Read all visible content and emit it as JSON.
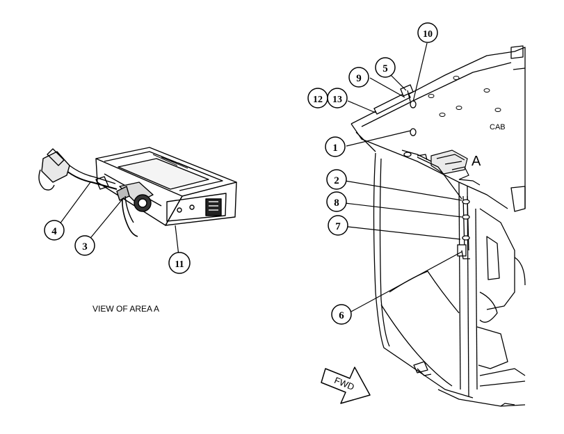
{
  "view_caption": "VIEW OF AREA A",
  "area_label": "A",
  "cab_label": "CAB",
  "fwd_label": "FWD",
  "callouts": {
    "c1": "1",
    "c2": "2",
    "c3": "3",
    "c4": "4",
    "c5": "5",
    "c6": "6",
    "c7": "7",
    "c8": "8",
    "c9": "9",
    "c10": "10",
    "c11": "11",
    "c12": "12",
    "c13": "13"
  },
  "colors": {
    "line": "#000000",
    "background": "#ffffff"
  }
}
